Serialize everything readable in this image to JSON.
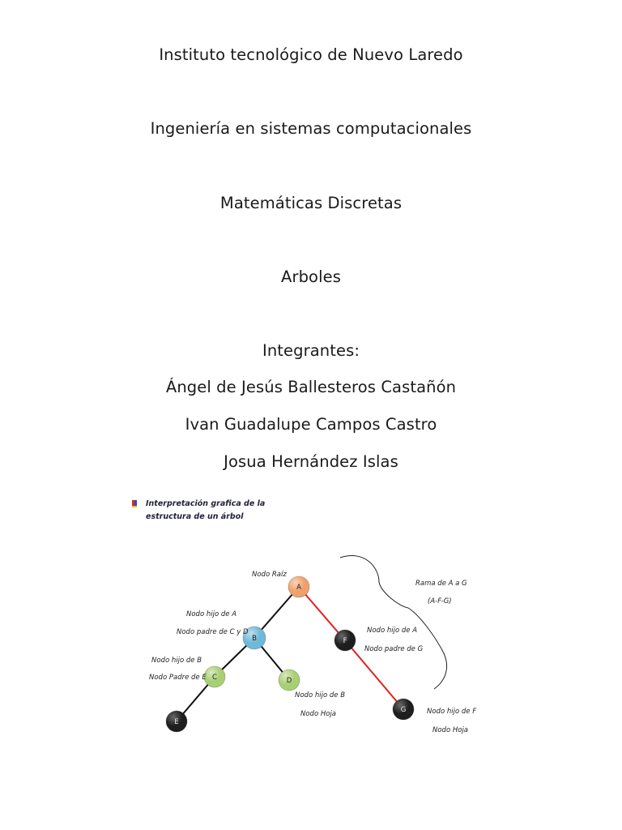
{
  "cover": {
    "institution": "Instituto tecnológico de Nuevo Laredo",
    "career": "Ingeniería en sistemas computacionales",
    "subject": "Matemáticas Discretas",
    "topic": "Arboles",
    "members_heading": "Integrantes:",
    "members": [
      "Ángel de Jesús Ballesteros Castañón",
      "Ivan Guadalupe Campos Castro",
      "Josua Hernández Islas"
    ]
  },
  "figure": {
    "title_line1": "Interpretación grafica de la",
    "title_line2": "estructura de un árbol",
    "nodes": {
      "A": {
        "label": "A",
        "color": "#f0a06a"
      },
      "B": {
        "label": "B",
        "color": "#6fb8d8"
      },
      "C": {
        "label": "C",
        "color": "#a9cf73"
      },
      "D": {
        "label": "D",
        "color": "#a9cf73"
      },
      "E": {
        "label": "E",
        "color": "#1e1e1e"
      },
      "F": {
        "label": "F",
        "color": "#1e1e1e"
      },
      "G": {
        "label": "G",
        "color": "#1e1e1e"
      }
    },
    "edge_colors": {
      "normal": "#111111",
      "branch": "#e02020"
    },
    "annotations": {
      "root": "Nodo Raíz",
      "b_child": "Nodo hijo de A",
      "b_parent": "Nodo padre de C y D",
      "c_child": "Nodo hijo de B",
      "c_parent": "Nodo Padre de E",
      "d_child": "Nodo hijo de B",
      "d_leaf": "Nodo Hoja",
      "f_child": "Nodo hijo de A",
      "f_parent": "Nodo padre de G",
      "g_child": "Nodo hijo de F",
      "g_leaf": "Nodo Hoja",
      "branch_label": "Rama de A a G",
      "branch_path": "(A-F-G)"
    }
  }
}
